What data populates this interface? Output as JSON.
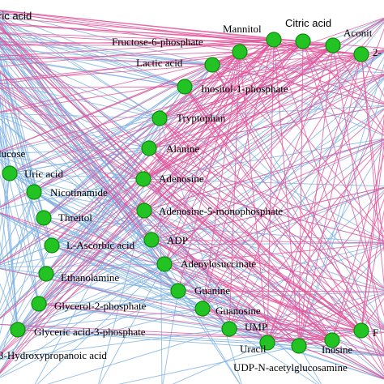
{
  "colors": {
    "node_fill": "#22c322",
    "node_stroke": "#0b8a0b",
    "edge_pink": "#e0559b",
    "edge_blue": "#7fb2e2"
  },
  "nodes": [
    {
      "id": "uric-acid-top",
      "label": "ric acid"
    },
    {
      "id": "mannitol",
      "label": "Mannitol"
    },
    {
      "id": "citric-acid",
      "label": "Citric acid"
    },
    {
      "id": "aconitic",
      "label": "Aconit"
    },
    {
      "id": "two-prefix",
      "label": "2-"
    },
    {
      "id": "fructose-6-phosphate",
      "label": "Fructose-6-phosphate"
    },
    {
      "id": "lactic-acid",
      "label": "Lactic acid"
    },
    {
      "id": "inositol-1-phosphate",
      "label": "Inositol-1-phosphate"
    },
    {
      "id": "tryptophan",
      "label": "Tryptophan"
    },
    {
      "id": "alanine",
      "label": "Alanine"
    },
    {
      "id": "glucose",
      "label": "lucose"
    },
    {
      "id": "uric-acid",
      "label": "Uric acid"
    },
    {
      "id": "adenosine",
      "label": "Adenosine"
    },
    {
      "id": "nicotinamide",
      "label": "Nicotinamide"
    },
    {
      "id": "threitol",
      "label": "Threitol"
    },
    {
      "id": "adenosine-5-monophosphate",
      "label": "Adenosine-5-monophosphate"
    },
    {
      "id": "adp",
      "label": "ADP"
    },
    {
      "id": "l-ascorbic-acid",
      "label": "L-Ascorbic acid"
    },
    {
      "id": "adenylosuccinate",
      "label": "Adenylosuccinate"
    },
    {
      "id": "ethanolamine",
      "label": "Ethanolamine"
    },
    {
      "id": "guanine",
      "label": "Guanine"
    },
    {
      "id": "glycerol-2-phosphate",
      "label": "Glycerol-2-phosphate"
    },
    {
      "id": "guanosine",
      "label": "Guanosine"
    },
    {
      "id": "glyceric-acid-3-phosphate",
      "label": "Glyceric acid-3-phosphate"
    },
    {
      "id": "ump",
      "label": "UMP"
    },
    {
      "id": "uracil",
      "label": "Uracil"
    },
    {
      "id": "hydroxypropanoic-acid",
      "label": "3-Hydroxypropanoic acid"
    },
    {
      "id": "udp-n-acetylglucosamine",
      "label": "UDP-N-acetylglucosamine"
    },
    {
      "id": "inosine",
      "label": "Inosine"
    },
    {
      "id": "f-prefix",
      "label": "F"
    }
  ]
}
